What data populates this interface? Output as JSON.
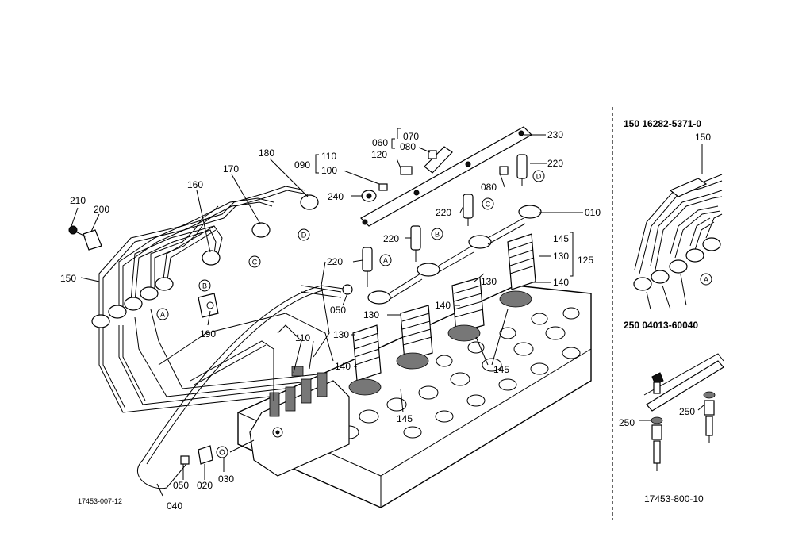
{
  "callouts": {
    "c210": "210",
    "c200": "200",
    "c160": "160",
    "c170": "170",
    "c180": "180",
    "c150": "150",
    "c190": "190",
    "c240": "240",
    "c090": "090",
    "c110a": "110",
    "c100": "100",
    "c120": "120",
    "c060": "060",
    "c070": "070",
    "c080a": "080",
    "c230": "230",
    "c220a": "220",
    "c080b": "080",
    "c010": "010",
    "c220b": "220",
    "c220c": "220",
    "c220d": "220",
    "c145a": "145",
    "c130a": "130",
    "c125": "125",
    "c130b": "130",
    "c140a": "140",
    "c140b": "140",
    "c130c": "130",
    "c130d": "130",
    "c050a": "050",
    "c110b": "110",
    "c140c": "140",
    "c145b": "145",
    "c145c": "145",
    "c050b": "050",
    "c020": "020",
    "c030": "030",
    "c040": "040"
  },
  "letters": {
    "la1": "A",
    "lb1": "B",
    "lc1": "C",
    "ld1": "D",
    "la2": "A",
    "lb2": "B",
    "lc2": "C",
    "ld2": "D",
    "la3": "A"
  },
  "drawing_number": "17453-007-12",
  "side_panel": {
    "kit_line": "150 16282-5371-0",
    "kit_callout": "150",
    "washer_line": "250 04013-60040",
    "washer_callout_a": "250",
    "washer_callout_b": "250",
    "drawing_number": "17453-800-10"
  }
}
